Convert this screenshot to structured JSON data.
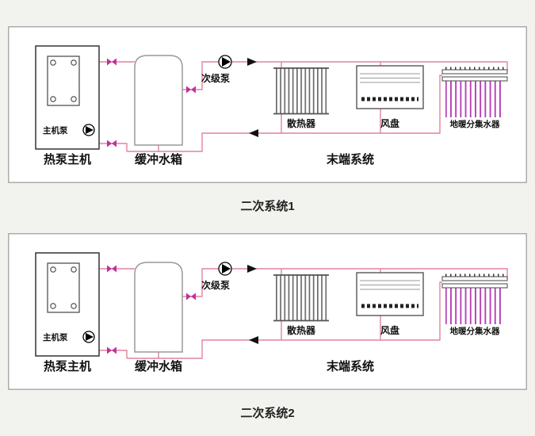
{
  "colors": {
    "pipe": "#e0849e",
    "valve": "#c2309a",
    "manifold_line": "#b83fb8",
    "radiator_line": "#6b6b6b"
  },
  "panels": [
    {
      "caption": "二次系统1",
      "labels": {
        "heat_pump": "热泵主机",
        "main_pump": "主机泵",
        "buffer_tank": "缓冲水箱",
        "secondary_pump": "次级泵",
        "radiator": "散热器",
        "fan_coil": "风盘",
        "manifold": "地暖分集水器",
        "terminal_system": "末端系统"
      }
    },
    {
      "caption": "二次系统2",
      "labels": {
        "heat_pump": "热泵主机",
        "main_pump": "主机泵",
        "buffer_tank": "缓冲水箱",
        "secondary_pump": "次级泵",
        "radiator": "散热器",
        "fan_coil": "风盘",
        "manifold": "地暖分集水器",
        "terminal_system": "末端系统"
      }
    }
  ]
}
